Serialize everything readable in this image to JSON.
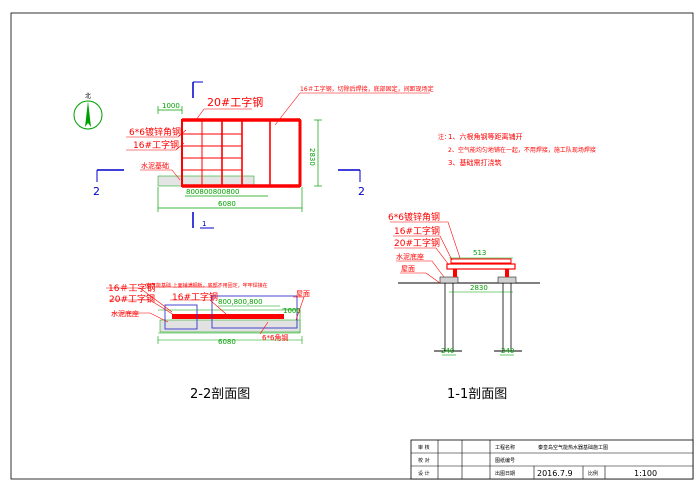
{
  "north": {
    "label": "北"
  },
  "section_marks": {
    "left": "2",
    "right": "2",
    "bottom": "1"
  },
  "plan": {
    "label_20": "20#工字钢",
    "label_16_top": "16＃工字钢，切除后焊接，底部固定，间距现场定",
    "label_6x6": "6*6镀锌角钢",
    "label_16": "16#工字钢",
    "label_concrete": "水泥基础",
    "dim_top": "1000",
    "dim_right": "2830",
    "dim_bottom_segments": "800800800800",
    "dim_bottom": "6080"
  },
  "notes": {
    "title": "注：",
    "items": [
      "1、六根角钢等距离铺开",
      "2、空气能均匀地铺在一起，不用焊接，施工队现场焊接",
      "3、基础需打浇筑"
    ]
  },
  "section11": {
    "label_6x6": "6*6镀锌角钢",
    "label_16": "16#工字钢",
    "label_20": "20#工字钢",
    "label_concrete": "水泥底座",
    "label_roof": "屋面",
    "dim_513": "513",
    "dim_2830": "2830",
    "dim_240_left": "240",
    "dim_240_right": "240",
    "caption": "1-1剖面图"
  },
  "section22": {
    "label_16_a": "16＃工字钢",
    "label_air": "空气能基础 上面铺满钢板，底部不用固定，牢牢焊接在",
    "label_20": "20#工字钢",
    "label_16_b": "16#工字钢",
    "label_concrete": "水泥底座",
    "label_roof": "屋面",
    "label_angle": "6*6角钢",
    "dim_segments": "800,800,800",
    "dim_right": "1000",
    "dim_total": "6080",
    "caption": "2-2剖面图"
  },
  "title_block": {
    "r1c1": "审 核",
    "r2c1": "校 对",
    "r3c1": "设 计",
    "r1c3": "工程名称",
    "r2c3": "图纸编号",
    "r3c3": "出图日期",
    "project": "秦皇岛空气能热水器基础施工图",
    "date": "2016.7.9",
    "scale_label": "比例",
    "scale": "1:100"
  }
}
